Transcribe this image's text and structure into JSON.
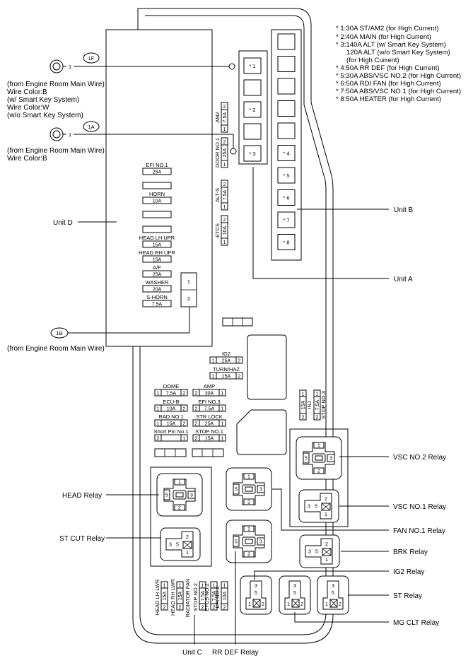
{
  "notes": [
    "* 1:30A ST/AM2 (for High Current)",
    "* 2:40A MAIN (for High Current)",
    "* 3:140A ALT (w/ Smart Key System)",
    "120A ALT (w/o Smart Key System)",
    "(for High Current)",
    "* 4:50A RR DEF (for High Current)",
    "* 5:30A ABS/VSC NO.2 (for High Current)",
    "* 6:50A RDI FAN (for High Current)",
    "* 7:50A ABS/VSC NO.1 (for High Current)",
    "* 8:50A HEATER (for High Current)"
  ],
  "terminals": {
    "t1f": {
      "id": "1F",
      "pin": "1",
      "desc": [
        "(from Engine Room Main Wire)",
        "Wire Color:B",
        "(w/ Smart Key System)",
        "Wire Color:W",
        "(w/o Smart Key System)"
      ]
    },
    "t1a": {
      "id": "1A",
      "pin": "1",
      "desc": [
        "(from Engine Room Main Wire)",
        "Wire Color:B"
      ]
    },
    "t1b": {
      "id": "1B",
      "desc": [
        "(from Engine Room Main Wire)"
      ]
    }
  },
  "units": {
    "a": "Unit A",
    "b": "Unit B",
    "c": "Unit C",
    "d": "Unit D"
  },
  "unit_a_slots": [
    "* 1",
    "",
    "* 2",
    "",
    "* 3"
  ],
  "unit_b_slots": [
    "",
    "",
    "",
    "",
    "",
    "* 4",
    "* 5",
    "* 6",
    "* 7",
    "* 8"
  ],
  "relays": {
    "vsc2": "VSC NO.2 Relay",
    "vsc1": "VSC NO.1 Relay",
    "fan1": "FAN NO.1 Relay",
    "brk": "BRK Relay",
    "ig2": "IG2 Relay",
    "st": "ST Relay",
    "mgclt": "MG CLT Relay",
    "head": "HEAD Relay",
    "stcut": "ST CUT Relay",
    "rrdef": "RR DEF Relay"
  },
  "unit_d_fuses": [
    {
      "name": "EFI NO.1",
      "amp": "25A"
    },
    {
      "name": "",
      "amp": ""
    },
    {
      "name": "HORN",
      "amp": "10A"
    },
    {
      "name": "",
      "amp": ""
    },
    {
      "name": "",
      "amp": ""
    },
    {
      "name": "HEAD LH UPR",
      "amp": "15A"
    },
    {
      "name": "HEAD RH UPR",
      "amp": "15A"
    },
    {
      "name": "A/F",
      "amp": "25A"
    },
    {
      "name": "WASHER",
      "amp": "20A"
    },
    {
      "name": "S-HORN",
      "amp": "7.5A"
    }
  ],
  "vertical_fuses": [
    {
      "name": "AM2",
      "amp": "7.5A",
      "p1": "2",
      "p2": "1"
    },
    {
      "name": "DOOR NO.1",
      "amp": "25A",
      "p1": "2",
      "p2": "1"
    },
    {
      "name": "ALT-S",
      "amp": "7.5A",
      "p1": "2",
      "p2": "1"
    },
    {
      "name": "ETCS",
      "amp": "10A",
      "p1": "2",
      "p2": "1"
    }
  ],
  "unit_d_connector": [
    "1",
    "2"
  ],
  "mid_fuses": [
    {
      "name": "IG2",
      "left": "1",
      "amp": "25A",
      "right": "2"
    },
    {
      "name": "TURN/HAZ",
      "left": "1",
      "amp": "15A",
      "right": "2"
    }
  ],
  "left_fuses": [
    {
      "name": "DOME",
      "left": "1",
      "amp": "7.5A",
      "right": "2"
    },
    {
      "name": "ECU-B",
      "left": "1",
      "amp": "10A",
      "right": "2"
    },
    {
      "name": "RAD NO.1",
      "left": "1",
      "amp": "15A",
      "right": "2"
    },
    {
      "name": "Short Pin No.1",
      "left": "2",
      "amp": "",
      "right": "1"
    }
  ],
  "right_fuses": [
    {
      "name": "AMP",
      "left": "2",
      "amp": "30A",
      "right": "1"
    },
    {
      "name": "EFI NO.3",
      "left": "2",
      "amp": "7.5A",
      "right": "1"
    },
    {
      "name": "STR LOCK",
      "left": "2",
      "amp": "25A",
      "right": "1"
    },
    {
      "name": "STOP NO.1",
      "left": "2",
      "amp": "15A",
      "right": "1"
    }
  ],
  "inj_fuses": [
    {
      "name": "INJ",
      "amp": "15A",
      "p1": "1",
      "p2": "2"
    },
    {
      "name": "STOP NO.3",
      "amp": "7.5A",
      "p1": "1",
      "p2": "2"
    }
  ],
  "bottom_fuses": [
    {
      "name": "HEAD LH LWR",
      "amp": "15A",
      "p1": "1",
      "p2": "2"
    },
    {
      "name": "HEAD RH LWR",
      "amp": "15A",
      "p1": "1",
      "p2": "2"
    },
    {
      "name": "RADIATOR FAN",
      "amp": "",
      "p1": "",
      "p2": ""
    },
    {
      "name": "STOP NO.2",
      "amp": "7.5A",
      "p1": "1",
      "p2": "2"
    },
    {
      "name": "ETCS NO.2",
      "amp": "7.5A",
      "p1": "1",
      "p2": "2"
    },
    {
      "name": "EFI NO.2",
      "amp": "10A",
      "p1": "1",
      "p2": "2"
    }
  ],
  "relay_pins": {
    "big": [
      "1",
      "5",
      "3",
      "2"
    ],
    "small": [
      "3",
      "5",
      "2",
      "1"
    ],
    "mini": [
      "3",
      "5",
      "1",
      "2"
    ]
  }
}
